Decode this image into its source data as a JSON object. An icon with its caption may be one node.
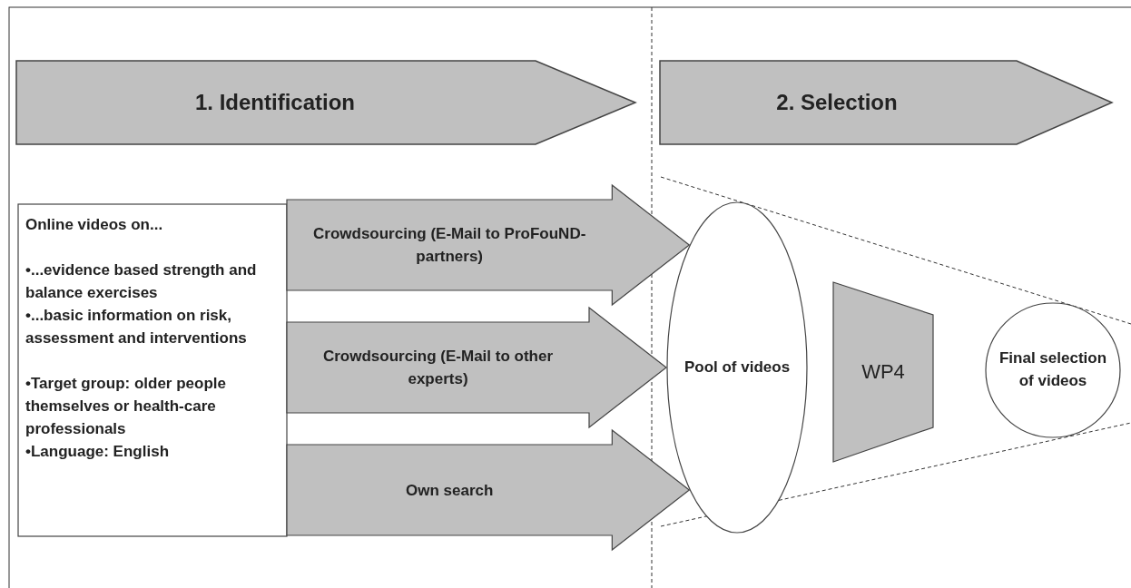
{
  "diagram": {
    "nodes": [
      {
        "text": [
          "1. Identification"
        ]
      },
      {
        "text": [
          "2. Selection"
        ]
      },
      {
        "text": [
          "Online videos on...",
          "•...evidence based strength and balance exercises",
          "•...basic information on risk, assessment and interventions",
          "•Target group: older people themselves or health-care professionals",
          "•Language: English"
        ]
      },
      {
        "text": [
          "Pool of videos"
        ]
      },
      {
        "text": [
          "WP4"
        ]
      },
      {
        "text": [
          "Final selection of videos"
        ]
      }
    ],
    "edges": [
      {
        "from": 2,
        "to": 3,
        "arrow": "to",
        "label": "Crowdsourcing (E-Mail to ProFouND-partners)"
      },
      {
        "from": 2,
        "to": 3,
        "arrow": "to",
        "label": "Crowdsourcing (E-Mail to other experts)"
      },
      {
        "from": 2,
        "to": 3,
        "arrow": "to",
        "label": "Own search"
      }
    ]
  }
}
